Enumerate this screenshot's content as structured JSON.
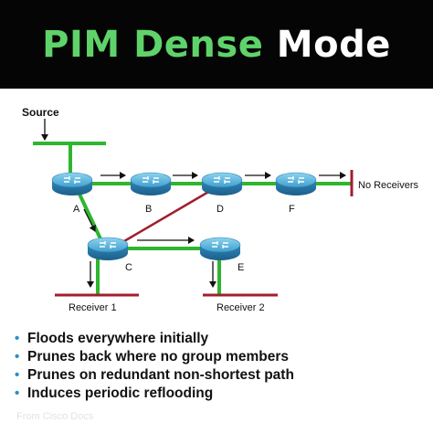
{
  "title": {
    "part1": "PIM Dense",
    "part2": "Mode"
  },
  "diagram": {
    "source_label": "Source",
    "routers": [
      "A",
      "B",
      "D",
      "F",
      "C",
      "E"
    ],
    "no_receivers_label": "No Receivers",
    "receiver1_label": "Receiver 1",
    "receiver2_label": "Receiver 2"
  },
  "bullets": [
    "Floods everywhere initially",
    "Prunes back where no group members",
    "Prunes on redundant non-shortest path",
    "Induces periodic reflooding"
  ],
  "credit": "From Cisco Docs",
  "colors": {
    "title_accent": "#5fd36a",
    "flood_link": "#2fb52f",
    "prune_link": "#a11e2e",
    "bullet": "#2d8ec4"
  }
}
